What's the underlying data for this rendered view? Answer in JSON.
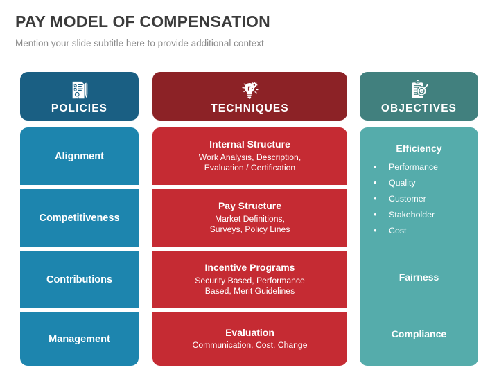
{
  "slide": {
    "title": "PAY MODEL OF COMPENSATION",
    "subtitle": "Mention your slide subtitle here to provide additional context"
  },
  "colors": {
    "policies_header": "#1a5f83",
    "policies_body": "#1d85ae",
    "techniques_header": "#8c2226",
    "techniques_body": "#c52b33",
    "objectives_header": "#41807e",
    "objectives_body": "#55acab",
    "title_text": "#3b3b3b",
    "subtitle_text": "#8a8a8a",
    "card_text": "#ffffff"
  },
  "columns": {
    "policies": {
      "header_label": "POLICIES",
      "header_icon": "document-checklist-pen-icon",
      "items": [
        {
          "label": "Alignment"
        },
        {
          "label": "Competitiveness"
        },
        {
          "label": "Contributions"
        },
        {
          "label": "Management"
        }
      ]
    },
    "techniques": {
      "header_label": "TECHNIQUES",
      "header_icon": "lightbulb-gear-icon",
      "items": [
        {
          "title": "Internal Structure",
          "desc": "Work Analysis, Description,\nEvaluation / Certification"
        },
        {
          "title": "Pay Structure",
          "desc": "Market Definitions,\nSurveys, Policy Lines"
        },
        {
          "title": "Incentive Programs",
          "desc": "Security Based, Performance\nBased, Merit Guidelines"
        },
        {
          "title": "Evaluation",
          "desc": "Communication, Cost, Change"
        }
      ]
    },
    "objectives": {
      "header_label": "OBJECTIVES",
      "header_icon": "clipboard-target-icon",
      "headings": [
        {
          "label": "Efficiency"
        },
        {
          "label": "Fairness"
        },
        {
          "label": "Compliance"
        }
      ],
      "bullet_marker": "•",
      "bullets": [
        {
          "label": "Performance"
        },
        {
          "label": "Quality"
        },
        {
          "label": "Customer"
        },
        {
          "label": "Stakeholder"
        },
        {
          "label": "Cost"
        }
      ]
    }
  }
}
